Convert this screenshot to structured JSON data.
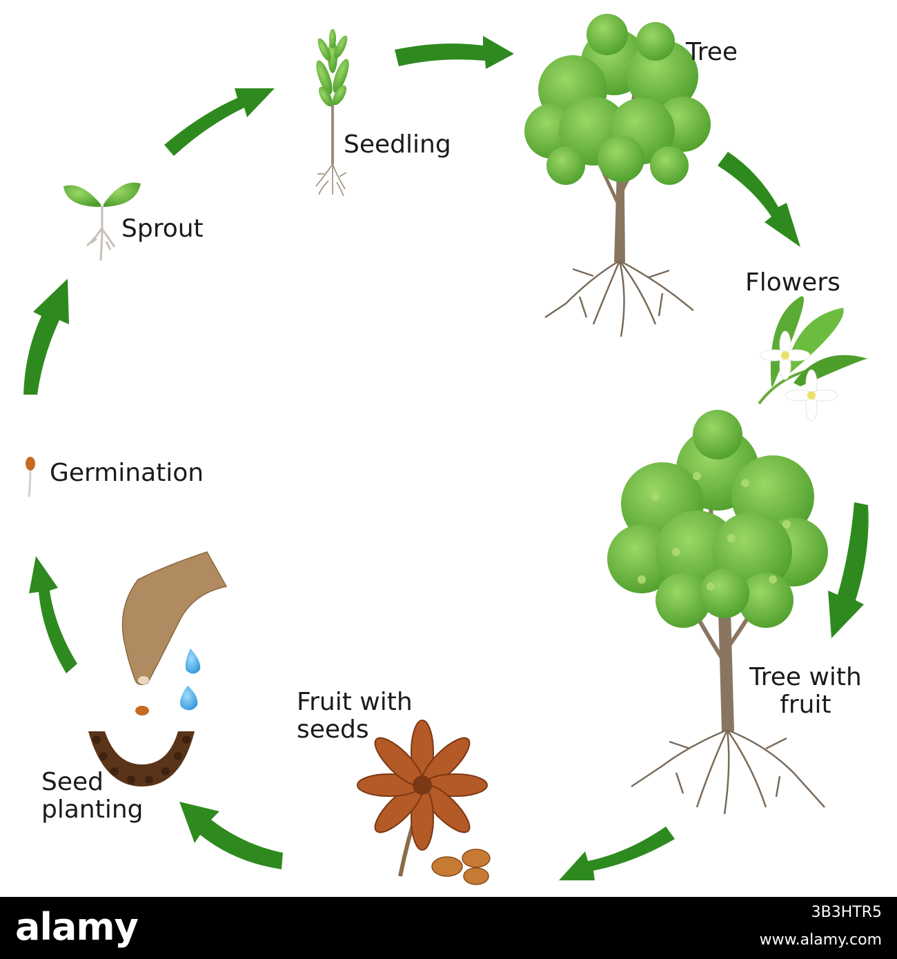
{
  "stages": {
    "tree": "Tree",
    "seedling": "Seedling",
    "sprout": "Sprout",
    "flowers": "Flowers",
    "germination": "Germination",
    "tree_with_fruit": "Tree with\nfruit",
    "fruit_with_seeds": "Fruit with\nseeds",
    "seed_planting": "Seed\nplanting"
  },
  "footer": {
    "logo": "alamy",
    "image_id": "3B3HTR5",
    "url": "www.alamy.com"
  },
  "colors": {
    "arrow": "#2e8a1e",
    "leaf": "#6cbd3f",
    "trunk": "#8a7560",
    "root": "#7a6a5a",
    "fruit": "#b45a26",
    "soil": "#5a3418",
    "water": "#4aaee8",
    "hand": "#b08a60"
  }
}
